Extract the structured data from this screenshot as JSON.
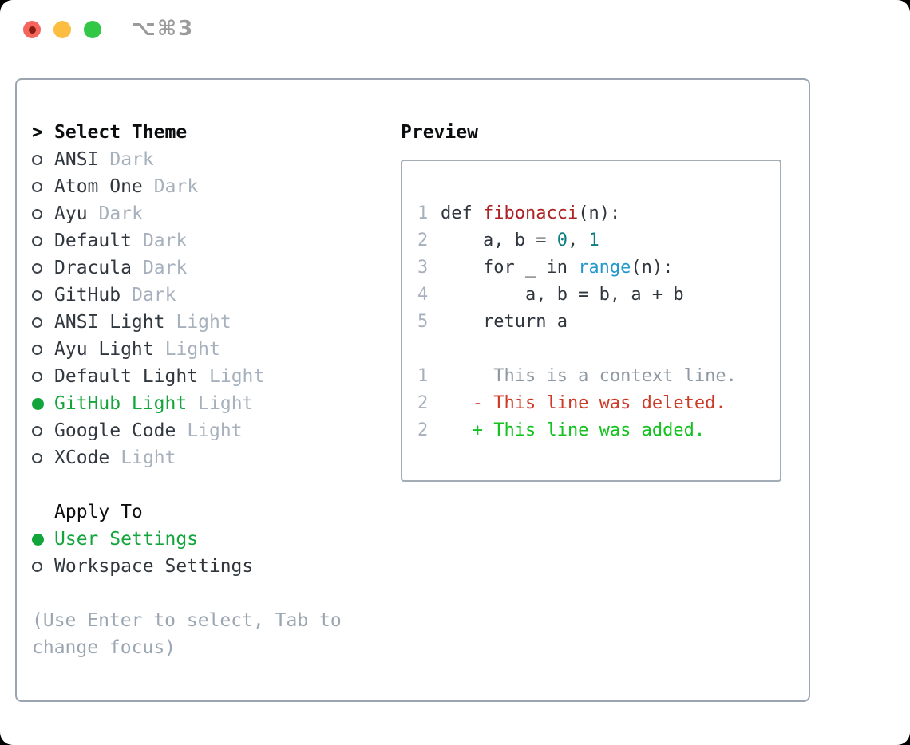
{
  "window": {
    "shortcut_label": "⌥⌘3",
    "traffic_lights": [
      "close",
      "minimize",
      "zoom"
    ]
  },
  "theme_panel": {
    "header_prefix": ">",
    "header": "Select Theme",
    "themes": [
      {
        "name": "ANSI",
        "tag": "Dark",
        "selected": false
      },
      {
        "name": "Atom One",
        "tag": "Dark",
        "selected": false
      },
      {
        "name": "Ayu",
        "tag": "Dark",
        "selected": false
      },
      {
        "name": "Default",
        "tag": "Dark",
        "selected": false
      },
      {
        "name": "Dracula",
        "tag": "Dark",
        "selected": false
      },
      {
        "name": "GitHub",
        "tag": "Dark",
        "selected": false
      },
      {
        "name": "ANSI Light",
        "tag": "Light",
        "selected": false
      },
      {
        "name": "Ayu Light",
        "tag": "Light",
        "selected": false
      },
      {
        "name": "Default Light",
        "tag": "Light",
        "selected": false
      },
      {
        "name": "GitHub Light",
        "tag": "Light",
        "selected": true
      },
      {
        "name": "Google Code",
        "tag": "Light",
        "selected": false
      },
      {
        "name": "XCode",
        "tag": "Light",
        "selected": false
      }
    ],
    "apply_to": {
      "header": "Apply To",
      "options": [
        {
          "name": "User Settings",
          "selected": true
        },
        {
          "name": "Workspace Settings",
          "selected": false
        }
      ]
    },
    "hint": "(Use Enter to select, Tab to change focus)"
  },
  "preview": {
    "header": "Preview",
    "lines": [
      {
        "num": "1",
        "tokens": [
          {
            "text": "def ",
            "style": "code"
          },
          {
            "text": "fibonacci",
            "style": "func"
          },
          {
            "text": "(n):",
            "style": "code"
          }
        ]
      },
      {
        "num": "2",
        "tokens": [
          {
            "text": "    a, b = ",
            "style": "code"
          },
          {
            "text": "0",
            "style": "num"
          },
          {
            "text": ", ",
            "style": "code"
          },
          {
            "text": "1",
            "style": "num"
          }
        ]
      },
      {
        "num": "3",
        "tokens": [
          {
            "text": "    for _ in ",
            "style": "code"
          },
          {
            "text": "range",
            "style": "builtin"
          },
          {
            "text": "(n):",
            "style": "code"
          }
        ]
      },
      {
        "num": "4",
        "tokens": [
          {
            "text": "        a, b = b, a + b",
            "style": "code"
          }
        ]
      },
      {
        "num": "5",
        "tokens": [
          {
            "text": "    return a",
            "style": "code"
          }
        ]
      },
      {
        "num": "",
        "tokens": []
      },
      {
        "num": "1",
        "tokens": [
          {
            "text": "     This is a context line.",
            "style": "context"
          }
        ]
      },
      {
        "num": "2",
        "tokens": [
          {
            "text": "   - This line was deleted.",
            "style": "deleted"
          }
        ]
      },
      {
        "num": "2",
        "tokens": [
          {
            "text": "   + This line was added.",
            "style": "added"
          }
        ]
      }
    ]
  },
  "colors": {
    "window_bg": "#ffffff",
    "panel_border": "#9aa5b1",
    "preview_border": "#a3adb8",
    "header_text": "#0b0d0f",
    "text_primary": "#30373f",
    "tag_text": "#a7b1bd",
    "selected_green": "#13a53c",
    "hint_text": "#9aa6b2",
    "marker_outline": "#3d444c",
    "line_number": "#a7b1bd",
    "code_text": "#2f363e",
    "func_red": "#ad2023",
    "number_teal": "#0f7e81",
    "builtin_blue": "#2598cd",
    "context_gray": "#8f99a3",
    "deleted_red": "#ce3a28",
    "added_green": "#13c11f",
    "traffic_red": "#f5655b",
    "traffic_red_dot": "#871c10",
    "traffic_yellow": "#fcbd40",
    "traffic_green": "#33c748",
    "shortcut_text": "#9b9b9b"
  }
}
